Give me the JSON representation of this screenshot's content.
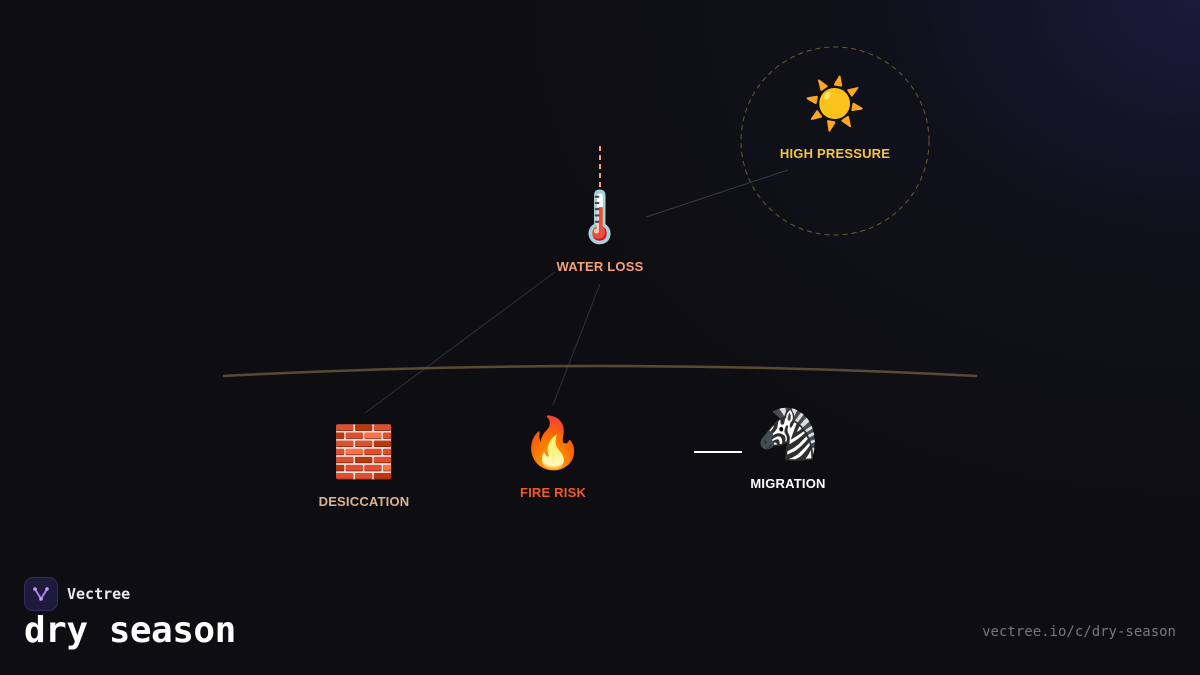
{
  "nodes": {
    "high_pressure": {
      "icon": "☀️",
      "icon_name": "sun-icon",
      "label": "HIGH PRESSURE",
      "color": "#f5c542"
    },
    "water_loss": {
      "icon": "🌡️",
      "icon_name": "thermometer-icon",
      "label": "WATER LOSS",
      "color": "#f4a27c"
    },
    "desiccation": {
      "icon": "🧱",
      "icon_name": "brick-icon",
      "label": "DESICCATION",
      "color": "#d9b48f"
    },
    "fire_risk": {
      "icon": "🔥",
      "icon_name": "fire-icon",
      "label": "FIRE RISK",
      "color": "#f05a28"
    },
    "migration": {
      "icon": "🦓",
      "icon_name": "zebra-icon",
      "label": "MIGRATION",
      "color": "#ffffff"
    }
  },
  "brand": {
    "name": "Vectree",
    "title": "dry season",
    "url": "vectree.io/c/dry-season"
  }
}
